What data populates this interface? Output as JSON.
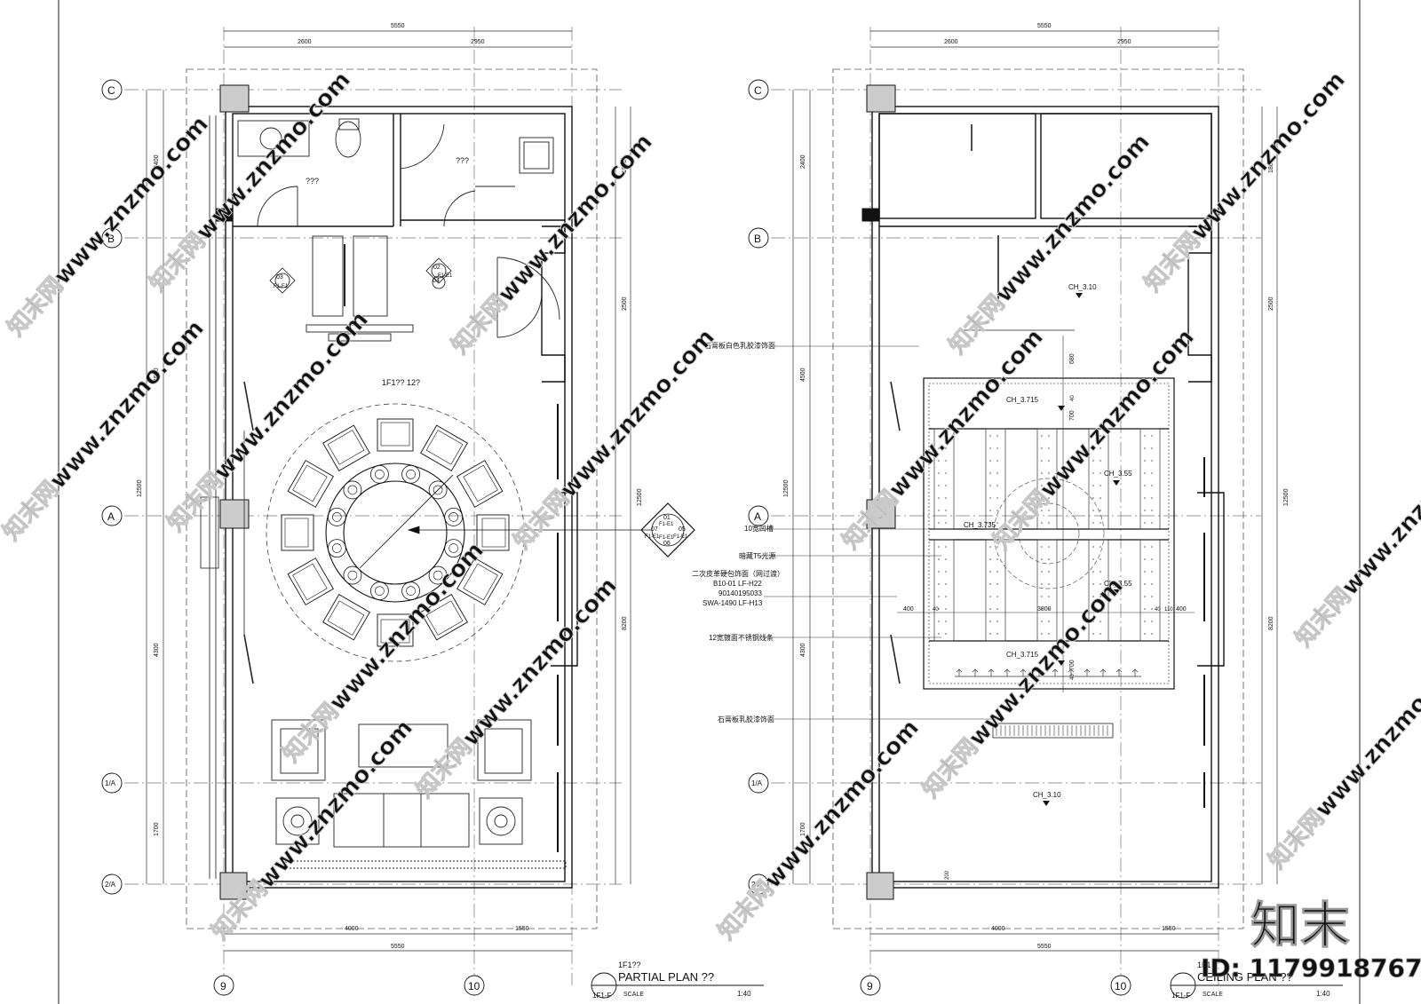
{
  "plan": {
    "title_prefix": "1F1??",
    "title": "PARTIAL  PLAN  ??",
    "sheet_ref": "1F1-F",
    "scale_label": "SCALE",
    "scale": "1:40",
    "room_label": "1F1??  12?",
    "toilet_label": "???",
    "service_label": "???",
    "section_tags": [
      "02",
      "03",
      "04",
      "F1-E1",
      "F1-E1"
    ],
    "center_tags": [
      "01",
      "05",
      "06",
      "07",
      "F1-E1",
      "F1-E1",
      "F1-E1",
      "F1-E1"
    ]
  },
  "ceiling": {
    "title_prefix": "1F1",
    "title": "CEILING  PLAN  ??",
    "sheet_ref": "1F1-F",
    "scale_label": "SCALE",
    "scale": "1:40",
    "ch_outer": "CH_3.10",
    "ch_tray": "CH_3.715",
    "ch_inner": "CH_3.55",
    "ch_mid": "CH_3.735",
    "notes": [
      "石膏板白色乳胶漆饰面",
      "10宽凹槽",
      "暗藏T5光源",
      "二次皮革硬包饰面（网过渡）",
      "B10-01 LF-H22",
      "90140195033",
      "SWA-1490 LF-H13",
      "12宽镀面不锈钢线条",
      "石膏板乳胶漆饰面"
    ],
    "dims": [
      "680",
      "40",
      "700",
      "400",
      "40",
      "3800",
      "40",
      "110",
      "400",
      "700",
      "40",
      "200"
    ]
  },
  "dimensions": {
    "overall": "5550",
    "top_left": "2600",
    "top_right": "2950",
    "bottom_left": "4000",
    "bottom_right": "1550",
    "left_total": "12500",
    "left_1": "2400",
    "left_2": "4500",
    "left_3": "4300",
    "left_4": "1700",
    "right_1": "1800",
    "right_2": "2500",
    "right_total": "12500",
    "right_3": "8200"
  },
  "grid": {
    "rows": [
      "C",
      "B",
      "A",
      "1/A",
      "2/A"
    ],
    "cols": [
      "9",
      "10"
    ]
  },
  "watermark": {
    "site": "www.znzmo.com",
    "brand": "知末网",
    "logo": "知末",
    "id": "ID: 1179918767"
  }
}
